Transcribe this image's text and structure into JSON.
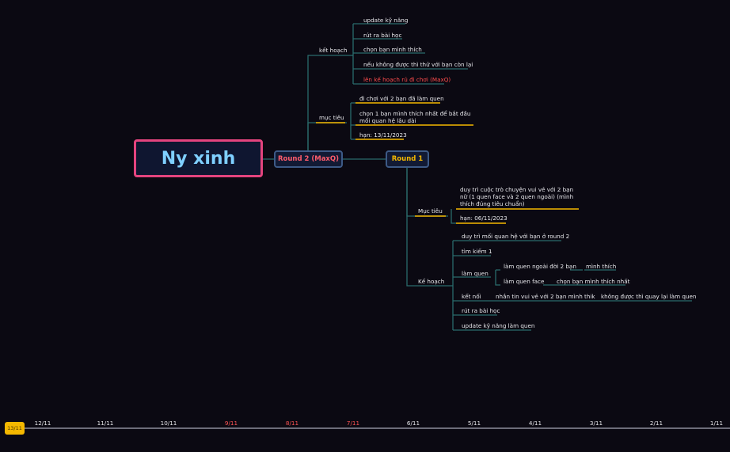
{
  "root": {
    "title": "Ny xinh"
  },
  "round2": {
    "title": "Round 2 (MaxQ)",
    "ke_hoach": {
      "label": "kết hoạch",
      "items": [
        "update kỹ năng",
        "rút ra bài học",
        "chọn bạn mình thích",
        "nếu không được thì thử với bạn còn lại",
        "lên kế hoạch rủ đi chơi (MaxQ)"
      ]
    },
    "muc_tieu": {
      "label": "mục tiêu",
      "items": [
        "đi chơi với 2 bạn đã làm quen",
        "chọn 1 bạn mình thích nhất để bắt đầu mối quan hệ lâu dài",
        "hạn: 13/11/2023"
      ]
    }
  },
  "round1": {
    "title": "Round 1",
    "muc_tieu": {
      "label": "Mục tiêu",
      "items": [
        "duy trì cuộc trò chuyện vui vẻ với 2 bạn nữ (1 quen face và 2 quen ngoài) (mình thích đúng tiêu chuẩn)",
        "hạn: 06/11/2023"
      ]
    },
    "ke_hoach": {
      "label": "Kế hoạch",
      "items": [
        "duy trì mối quan hệ với bạn ở round 2",
        "tìm kiếm 1",
        "làm quen",
        "kết nối",
        "rút ra bài học",
        "update kỹ năng làm quen"
      ],
      "lam_quen": [
        {
          "label": "làm quen ngoài đời 2 bạn",
          "child": "mình thích"
        },
        {
          "label": "làm quen face",
          "child": "chọn bạn mình thích nhất"
        }
      ],
      "ket_noi": {
        "label": "nhắn tin vui vẻ với 2 bạn mình thik",
        "child": "không được thì quay lại làm quen"
      }
    }
  },
  "timeline": {
    "today": "13/11",
    "labels": [
      "12/11",
      "11/11",
      "10/11",
      "9/11",
      "8/11",
      "7/11",
      "6/11",
      "5/11",
      "4/11",
      "3/11",
      "2/11",
      "1/11"
    ]
  },
  "colors": {
    "branch": "#2a6b6b",
    "underline": "#f5b800",
    "root_border": "#e4447e",
    "round2_text": "#ff5c6c",
    "round1_text": "#f5b800"
  }
}
